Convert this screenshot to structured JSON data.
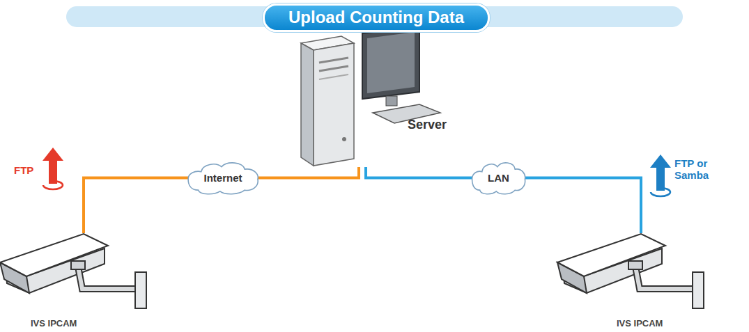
{
  "diagram": {
    "title": "Upload Counting Data",
    "nodes": [
      {
        "text": [
          "Server"
        ]
      },
      {
        "text": [
          "Internet"
        ]
      },
      {
        "text": [
          "LAN"
        ]
      },
      {
        "text": [
          "IVS IPCAM"
        ]
      },
      {
        "text": [
          "IVS IPCAM"
        ]
      }
    ],
    "edges": [
      {
        "from": 3,
        "to": 1,
        "arrow": "none"
      },
      {
        "from": 1,
        "to": 0,
        "arrow": "none"
      },
      {
        "from": 0,
        "to": 2,
        "arrow": "none"
      },
      {
        "from": 2,
        "to": 4,
        "arrow": "none"
      }
    ],
    "labels": [
      "FTP",
      "FTP or Samba"
    ]
  }
}
